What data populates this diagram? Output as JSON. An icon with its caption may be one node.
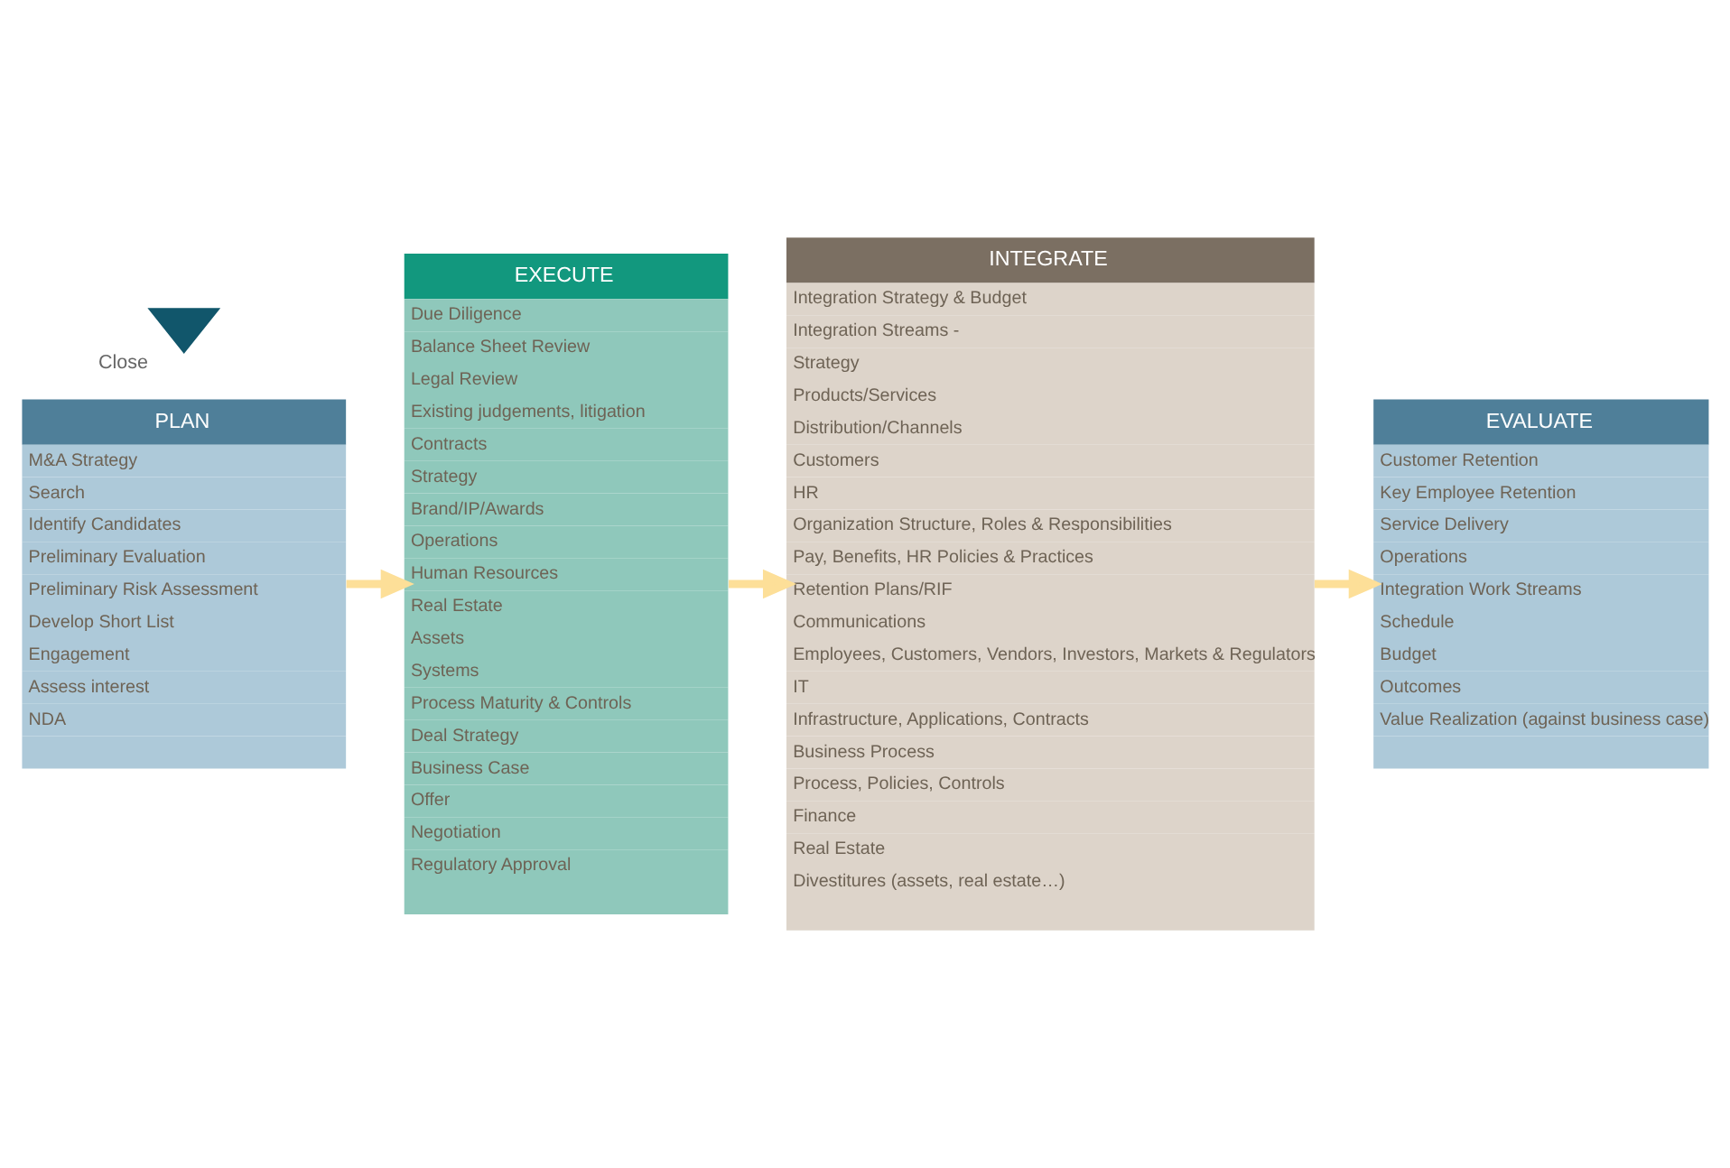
{
  "diagram": {
    "nodes": [
      {
        "text": [
          "PLAN",
          "M&A Strategy",
          "Search",
          "Identify Candidates",
          "Preliminary Evaluation",
          "Preliminary Risk Assessment",
          "Develop Short List",
          "Engagement",
          "Assess interest",
          "NDA"
        ]
      },
      {
        "text": [
          "EXECUTE",
          "Due Diligence",
          "Balance Sheet Review",
          "Legal Review",
          "Existing judgements, litigation",
          "Contracts",
          "Strategy",
          "Brand/IP/Awards",
          "Operations",
          "Human Resources",
          "Real Estate",
          "Assets",
          "Systems",
          "Process Maturity & Controls",
          "Deal Strategy",
          "Business Case",
          "Offer",
          "Negotiation",
          "Regulatory Approval"
        ]
      },
      {
        "text": [
          "Close"
        ]
      },
      {
        "text": [
          "INTEGRATE",
          "Integration Strategy & Budget",
          "Integration Streams -",
          "Strategy",
          "Products/Services",
          "Distribution/Channels",
          "Customers",
          "HR",
          "Organization Structure, Roles & Responsibilities",
          "Pay, Benefits, HR Policies & Practices",
          "Retention Plans/RIF",
          "Communications",
          "Employees, Customers, Vendors, Investors, Markets & Regulators",
          "IT",
          "Infrastructure, Applications, Contracts",
          "Business Process",
          "Process, Policies, Controls",
          "Finance",
          "Real Estate",
          "Divestitures (assets, real estate…)"
        ]
      },
      {
        "text": [
          "EVALUATE",
          "Customer Retention",
          "Key Employee Retention",
          "Service Delivery",
          "Operations",
          "Integration Work Streams",
          "Schedule",
          "Budget",
          "Outcomes",
          "Value Realization (against business case)"
        ]
      }
    ],
    "edges": [
      {
        "from": 0,
        "to": 1,
        "arrow": "to"
      },
      {
        "from": 1,
        "to": 3,
        "arrow": "to"
      },
      {
        "from": 3,
        "to": 4,
        "arrow": "to"
      }
    ]
  }
}
